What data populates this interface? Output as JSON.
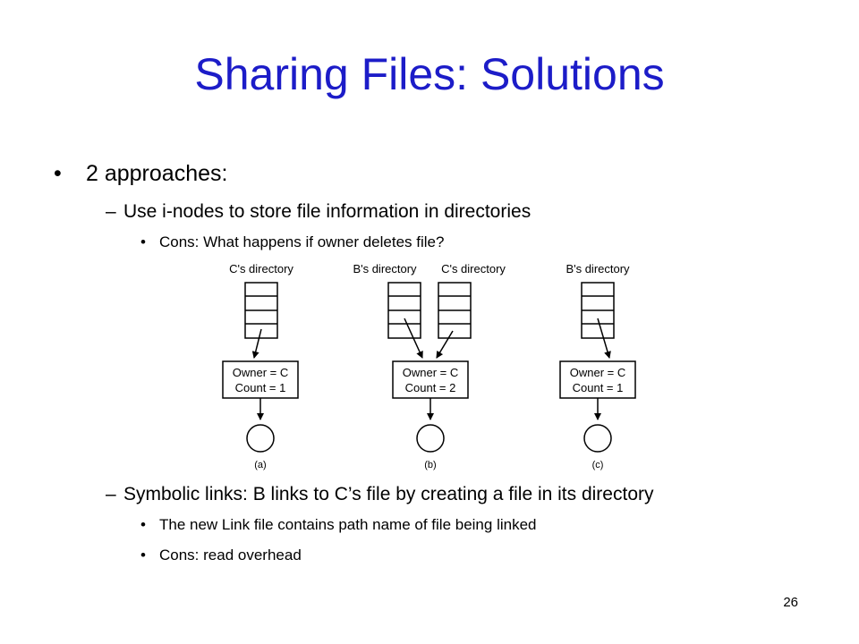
{
  "slide": {
    "title": "Sharing Files: Solutions",
    "page_number": "26"
  },
  "bullets": {
    "b1": "2 approaches:",
    "b1_1": "Use i-nodes to store file information in directories",
    "b1_1_1": "Cons: What happens if owner deletes file?",
    "b1_2": "Symbolic links: B links to C’s file by creating a file in its directory",
    "b1_2_1": "The new Link file contains path name of file being linked",
    "b1_2_2": "Cons: read overhead"
  },
  "diagram": {
    "a": {
      "dir1": "C's directory",
      "owner": "Owner = C",
      "count": "Count = 1",
      "caption": "(a)"
    },
    "b": {
      "dir1": "B's directory",
      "dir2": "C's directory",
      "owner": "Owner = C",
      "count": "Count = 2",
      "caption": "(b)"
    },
    "c": {
      "dir1": "B's directory",
      "owner": "Owner = C",
      "count": "Count = 1",
      "caption": "(c)"
    }
  }
}
